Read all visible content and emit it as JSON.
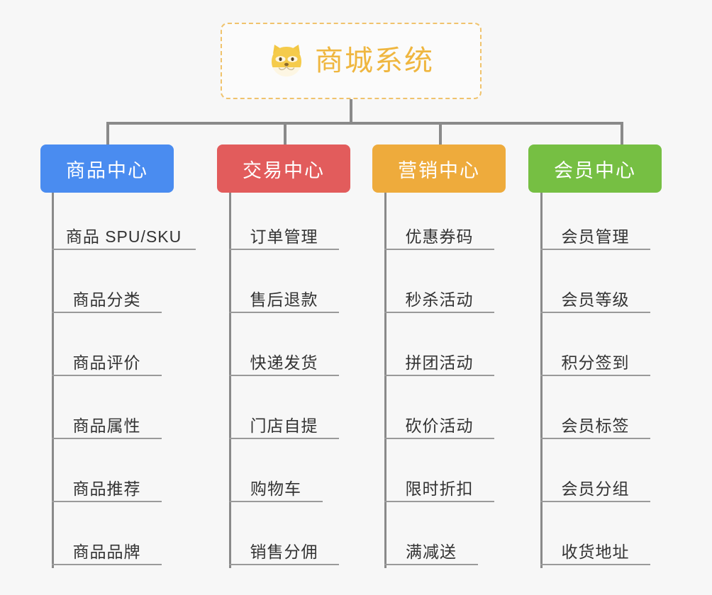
{
  "page": {
    "background_color": "#f7f7f7",
    "connector_color": "#8a8a8a",
    "leaf_text_color": "#333333",
    "leaf_rule_color": "#9a9a9a"
  },
  "root": {
    "title": "商城系统",
    "icon": "shiba-dog-face-icon",
    "title_color": "#efb63f",
    "border_color": "#f0c36d",
    "card_background": "#fbfbfb"
  },
  "columns": [
    {
      "id": "product-center",
      "label": "商品中心",
      "color": "#4a8cf0",
      "items": [
        "商品 SPU/SKU",
        "商品分类",
        "商品评价",
        "商品属性",
        "商品推荐",
        "商品品牌"
      ]
    },
    {
      "id": "trade-center",
      "label": "交易中心",
      "color": "#e25c5c",
      "items": [
        "订单管理",
        "售后退款",
        "快递发货",
        "门店自提",
        "购物车",
        "销售分佣"
      ]
    },
    {
      "id": "marketing-center",
      "label": "营销中心",
      "color": "#eeab3c",
      "items": [
        "优惠券码",
        "秒杀活动",
        "拼团活动",
        "砍价活动",
        "限时折扣",
        "满减送"
      ]
    },
    {
      "id": "member-center",
      "label": "会员中心",
      "color": "#76bf43",
      "items": [
        "会员管理",
        "会员等级",
        "积分签到",
        "会员标签",
        "会员分组",
        "收货地址"
      ]
    }
  ]
}
